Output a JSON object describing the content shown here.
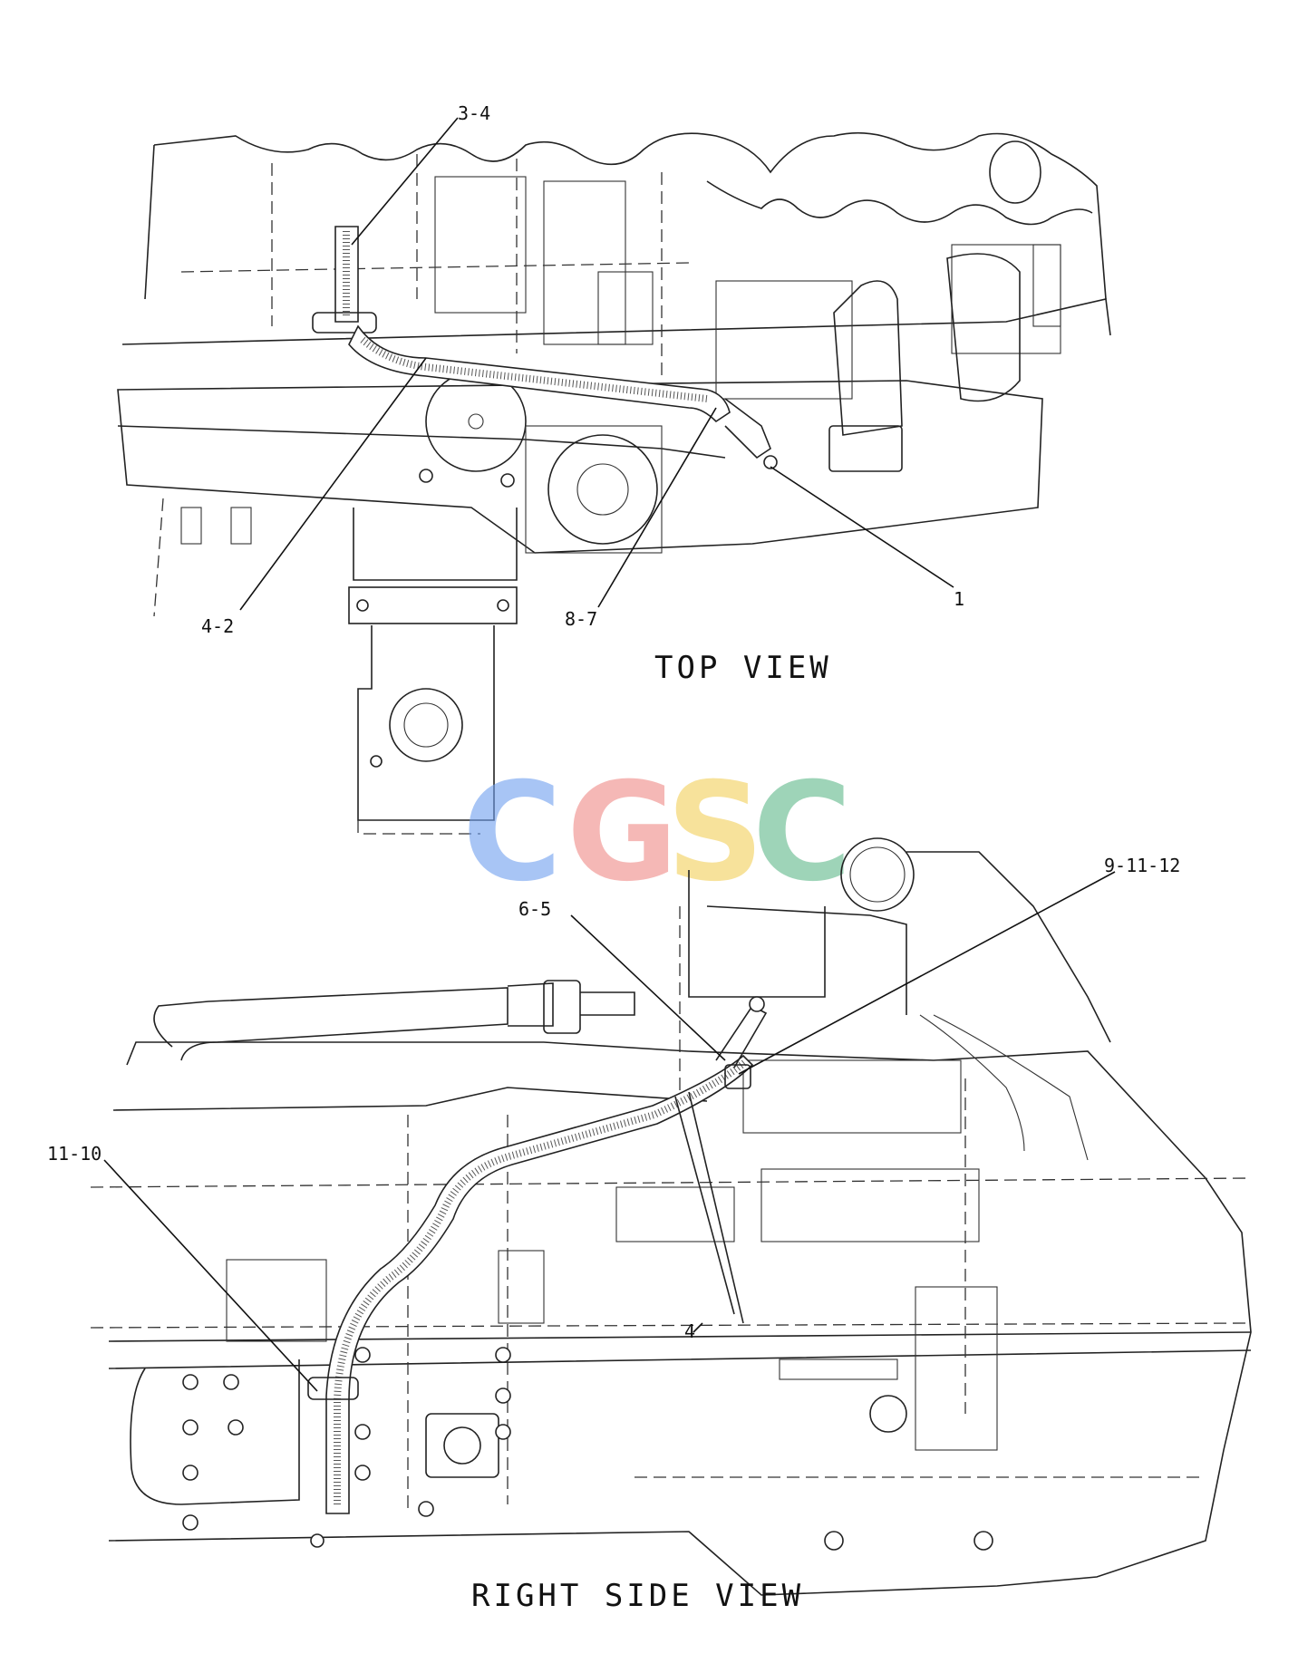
{
  "views": {
    "top": {
      "title": "TOP VIEW"
    },
    "side": {
      "title": "RIGHT SIDE VIEW"
    }
  },
  "callouts": {
    "top": [
      {
        "id": "c-3-4",
        "text": "3-4"
      },
      {
        "id": "c-4-2",
        "text": "4-2"
      },
      {
        "id": "c-8-7",
        "text": "8-7"
      },
      {
        "id": "c-1",
        "text": "1"
      }
    ],
    "side": [
      {
        "id": "c-9-11-12",
        "text": "9-11-12"
      },
      {
        "id": "c-6-5",
        "text": "6-5"
      },
      {
        "id": "c-11-10",
        "text": "11-10"
      },
      {
        "id": "c-4",
        "text": "4"
      }
    ]
  },
  "watermark": {
    "letters": [
      "C",
      "G",
      "S",
      "C"
    ],
    "colors": [
      "#6f9ff0",
      "#f08a86",
      "#f2cf5a",
      "#5fb889"
    ]
  }
}
